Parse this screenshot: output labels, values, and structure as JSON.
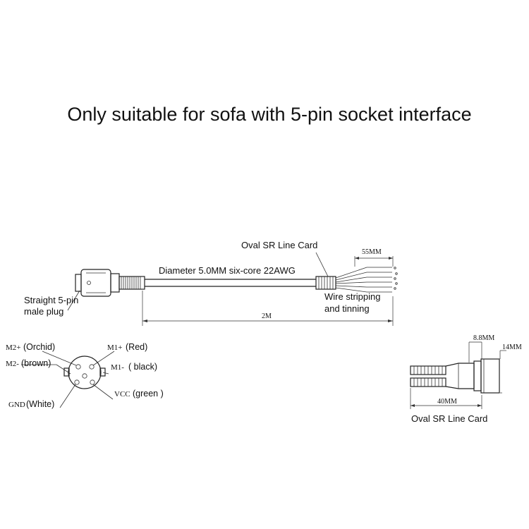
{
  "title": "Only suitable for sofa with 5-pin socket interface",
  "cable": {
    "oval_card_label": "Oval SR Line Card",
    "diameter_label": "Diameter 5.0MM six-core 22AWG",
    "plug_label_line1": "Straight 5-pin",
    "plug_label_line2": "male plug",
    "stripping_label_line1": "Wire stripping",
    "stripping_label_line2": "and tinning",
    "strip_length": "55MM",
    "total_length": "2M"
  },
  "pinout": {
    "m2_plus": "M2+",
    "m2_plus_color": "(Orchid)",
    "m1_plus": "M1+",
    "m1_plus_color": "(Red)",
    "m2_minus": "M2-",
    "m2_minus_color": "(brown)",
    "m1_minus": "M1-",
    "m1_minus_color": "( black)",
    "vcc": "VCC",
    "vcc_color": "(green )",
    "gnd": "GND",
    "gnd_color": "(White)"
  },
  "card_detail": {
    "label": "Oval SR Line Card",
    "height": "8.8MM",
    "width": "14MM",
    "length": "40MM"
  }
}
